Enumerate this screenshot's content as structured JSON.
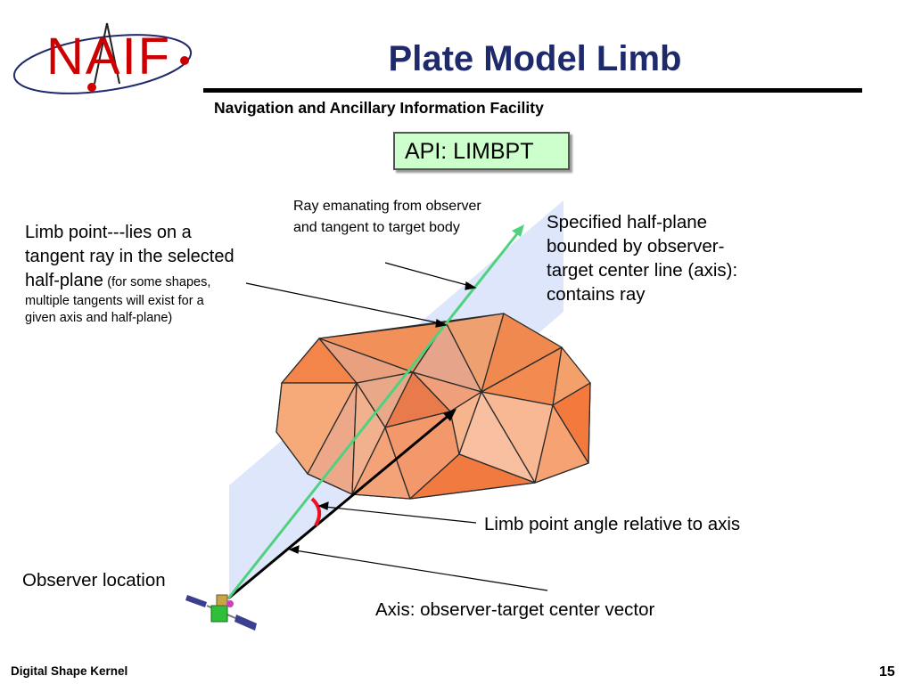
{
  "slide": {
    "title": "Plate Model Limb",
    "subtitle": "Navigation and Ancillary Information Facility",
    "api_label": "API: LIMBPT",
    "footer_left": "Digital Shape Kernel",
    "page_number": "15"
  },
  "logo": {
    "text": "NAIF",
    "icon": "orbit-compass-logo",
    "color": "#cc0000"
  },
  "annotations": {
    "limb_point_main": "Limb point---lies on a tangent ray in the selected half-plane",
    "limb_point_detail": "(for some shapes, multiple tangents will exist for a given axis and half-plane)",
    "ray": "Ray emanating from observer and tangent to target body",
    "half_plane": "Specified half-plane bounded by observer-target center line (axis): contains ray",
    "limb_angle": "Limb point angle relative to axis",
    "observer": "Observer location",
    "axis": "Axis: observer-target center vector"
  },
  "colors": {
    "title": "#1f2a6b",
    "api_box_fill": "#ccffcc",
    "half_plane": "#dde6fb",
    "ray": "#4fd17f",
    "target_body": "#f4894b",
    "angle_arc": "#ee1122"
  },
  "icons": [
    "spacecraft-icon",
    "orbit-compass-logo"
  ]
}
